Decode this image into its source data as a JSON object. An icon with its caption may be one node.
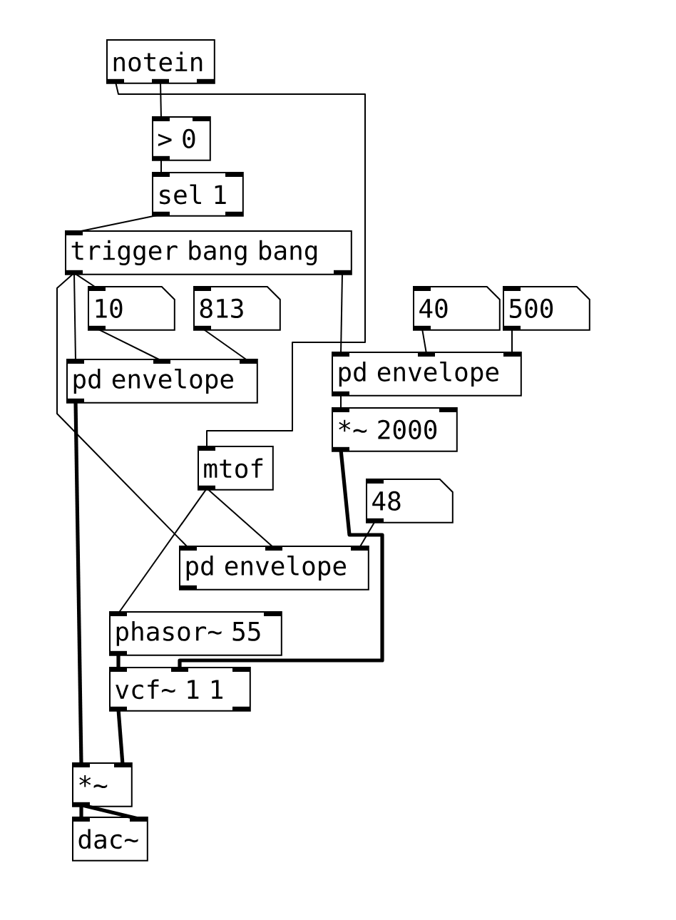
{
  "diagram": {
    "nodes": [
      {
        "text": [
          "notein"
        ]
      },
      {
        "text": [
          "> 0"
        ]
      },
      {
        "text": [
          "sel 1"
        ]
      },
      {
        "text": [
          "trigger bang bang"
        ]
      },
      {
        "text": [
          "10"
        ]
      },
      {
        "text": [
          "813"
        ]
      },
      {
        "text": [
          "40"
        ]
      },
      {
        "text": [
          "500"
        ]
      },
      {
        "text": [
          "pd envelope"
        ]
      },
      {
        "text": [
          "pd envelope"
        ]
      },
      {
        "text": [
          "*~ 2000"
        ]
      },
      {
        "text": [
          "mtof"
        ]
      },
      {
        "text": [
          "48"
        ]
      },
      {
        "text": [
          "pd envelope"
        ]
      },
      {
        "text": [
          "phasor~ 55"
        ]
      },
      {
        "text": [
          "vcf~ 1 1"
        ]
      },
      {
        "text": [
          "*~"
        ]
      },
      {
        "text": [
          "dac~"
        ]
      }
    ],
    "edges": [
      {
        "from": 0,
        "to": 11,
        "arrow": "none"
      },
      {
        "from": 0,
        "to": 1,
        "arrow": "none"
      },
      {
        "from": 1,
        "to": 2,
        "arrow": "none"
      },
      {
        "from": 2,
        "to": 3,
        "arrow": "none"
      },
      {
        "from": 3,
        "to": 8,
        "arrow": "none"
      },
      {
        "from": 3,
        "to": 4,
        "arrow": "none"
      },
      {
        "from": 3,
        "to": 13,
        "arrow": "none"
      },
      {
        "from": 3,
        "to": 9,
        "arrow": "none"
      },
      {
        "from": 4,
        "to": 8,
        "arrow": "none"
      },
      {
        "from": 5,
        "to": 8,
        "arrow": "none"
      },
      {
        "from": 6,
        "to": 9,
        "arrow": "none"
      },
      {
        "from": 7,
        "to": 9,
        "arrow": "none"
      },
      {
        "from": 9,
        "to": 10,
        "arrow": "none"
      },
      {
        "from": 10,
        "to": 15,
        "arrow": "none",
        "style": "thick"
      },
      {
        "from": 11,
        "to": 14,
        "arrow": "none"
      },
      {
        "from": 11,
        "to": 13,
        "arrow": "none"
      },
      {
        "from": 12,
        "to": 13,
        "arrow": "none"
      },
      {
        "from": 14,
        "to": 15,
        "arrow": "none",
        "style": "thick"
      },
      {
        "from": 8,
        "to": 16,
        "arrow": "none",
        "style": "thick"
      },
      {
        "from": 15,
        "to": 16,
        "arrow": "none",
        "style": "thick"
      },
      {
        "from": 16,
        "to": 17,
        "arrow": "none",
        "style": "thick"
      },
      {
        "from": 16,
        "to": 17,
        "arrow": "none",
        "style": "thick"
      }
    ]
  }
}
